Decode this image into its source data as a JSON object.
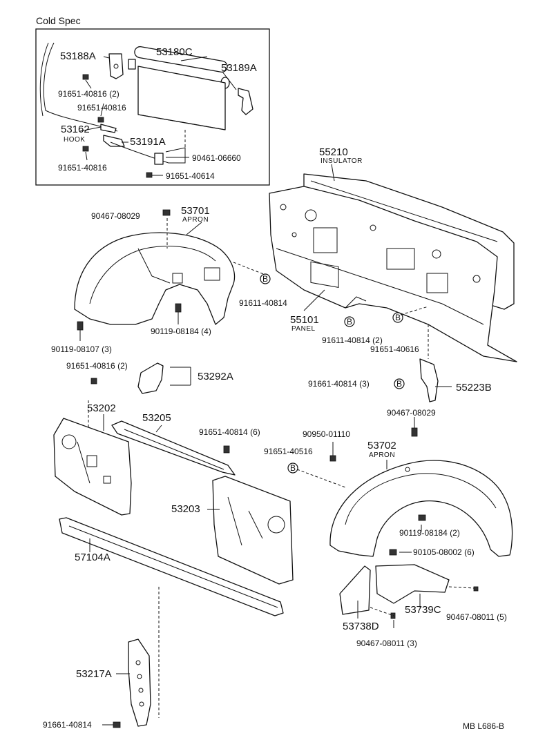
{
  "inset": {
    "title": "Cold Spec",
    "labels": {
      "l53188A": "53188A",
      "l53180C": "53180C",
      "l53189A": "53189A",
      "l91651_40816_2": "91651-40816 (2)",
      "l91651_40816_a": "91651-40816",
      "l53162": "53162",
      "hook": "HOOK",
      "l53191A": "53191A",
      "l90461_06660": "90461-06660",
      "l91651_40816_b": "91651-40816",
      "l91651_40614": "91651-40614"
    }
  },
  "labels": {
    "l55210": "55210",
    "insulator": "INSULATOR",
    "l90467_08029_a": "90467-08029",
    "l53701": "53701",
    "apron1": "APRON",
    "circleB": "B",
    "l91611_40814": "91611-40814",
    "l55101": "55101",
    "panel": "PANEL",
    "l90119_08107": "90119-08107 (3)",
    "l90119_08184_4": "90119-08184 (4)",
    "l91611_40814_2": "91611-40814 (2)",
    "l91651_40616": "91651-40616",
    "l91651_40816_2b": "91651-40816 (2)",
    "l53292A": "53292A",
    "l91661_40814_3": "91661-40814 (3)",
    "l55223B": "55223B",
    "l90467_08029_b": "90467-08029",
    "l53202": "53202",
    "l53205": "53205",
    "l91651_40814_6": "91651-40814 (6)",
    "l90950_01110": "90950-01110",
    "l91651_40516": "91651-40516",
    "l53702": "53702",
    "apron2": "APRON",
    "l53203": "53203",
    "l90119_08184_2": "90119-08184 (2)",
    "l90105_08002": "90105-08002 (6)",
    "l57104A": "57104A",
    "l53739C": "53739C",
    "l90467_08011_5": "90467-08011 (5)",
    "l53738D": "53738D",
    "l90467_08011_3": "90467-08011 (3)",
    "l53217A": "53217A",
    "l91661_40814": "91661-40814",
    "code": "MB   L686-B"
  }
}
